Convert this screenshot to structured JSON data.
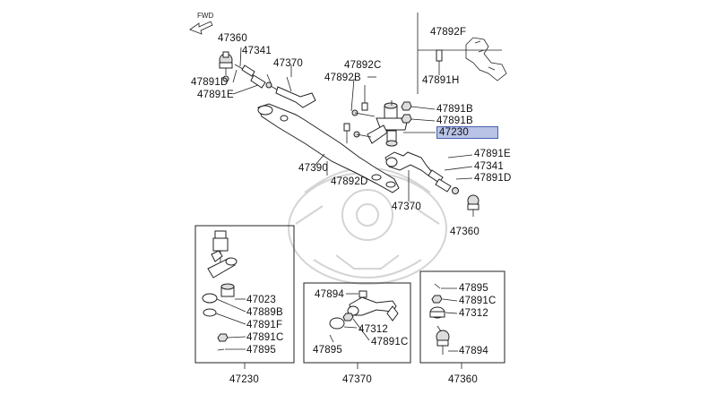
{
  "fwd_label": "FWD",
  "labels": {
    "p47360_a": "47360",
    "p47341_a": "47341",
    "p47370_a": "47370",
    "p47891D_a": "47891D",
    "p47891E_a": "47891E",
    "p47892C": "47892C",
    "p47892B": "47892B",
    "p47891B_1": "47891B",
    "p47891B_2": "47891B",
    "p47230_sel": "47230",
    "p47892F": "47892F",
    "p47891H": "47891H",
    "p47891E_b": "47891E",
    "p47341_b": "47341",
    "p47891D_b": "47891D",
    "p47390": "47390",
    "p47892D": "47892D",
    "p47370_b": "47370",
    "p47360_b": "47360"
  },
  "boxes": {
    "box_47230": {
      "title": "47230",
      "labels": [
        "47023",
        "47889B",
        "47891F",
        "47891C",
        "47895"
      ]
    },
    "box_47370": {
      "title": "47370",
      "labels": [
        "47894",
        "47312",
        "47891C",
        "47895"
      ]
    },
    "box_47360": {
      "title": "47360",
      "labels": [
        "47895",
        "47891C",
        "47312",
        "47894"
      ]
    }
  }
}
